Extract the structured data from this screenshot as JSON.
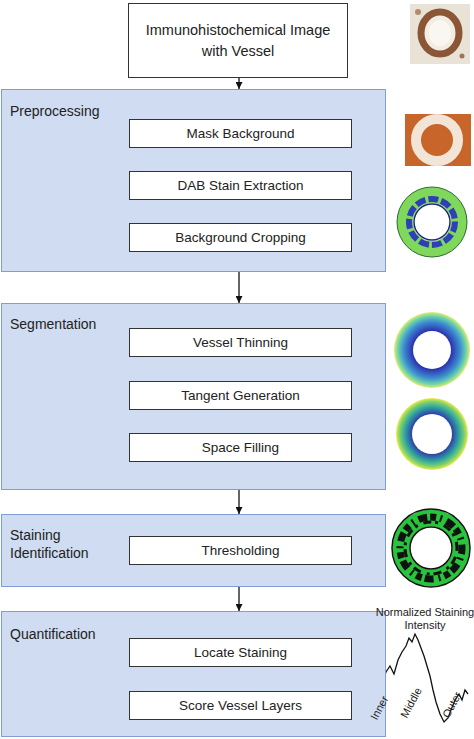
{
  "diagram": {
    "nodes": [
      {
        "text": [
          "Immunohistochemical Image with Vessel"
        ]
      },
      {
        "text": [
          "Preprocessing"
        ]
      },
      {
        "text": [
          "Mask Background"
        ],
        "in": 1
      },
      {
        "text": [
          "DAB Stain Extraction"
        ],
        "in": 1
      },
      {
        "text": [
          "Background Cropping"
        ],
        "in": 1
      },
      {
        "text": [
          "Segmentation"
        ]
      },
      {
        "text": [
          "Vessel Thinning"
        ],
        "in": 5
      },
      {
        "text": [
          "Tangent Generation"
        ],
        "in": 5
      },
      {
        "text": [
          "Space Filling"
        ],
        "in": 5
      },
      {
        "text": [
          "Staining Identification"
        ]
      },
      {
        "text": [
          "Thresholding"
        ],
        "in": 9
      },
      {
        "text": [
          "Quantification"
        ]
      },
      {
        "text": [
          "Locate Staining"
        ],
        "in": 11
      },
      {
        "text": [
          "Score Vessel Layers"
        ],
        "in": 11
      }
    ],
    "edges": [
      {
        "from": 0,
        "to": 1,
        "arrow": "to"
      },
      {
        "from": 2,
        "to": 3,
        "arrow": "to"
      },
      {
        "from": 3,
        "to": 4,
        "arrow": "to"
      },
      {
        "from": 1,
        "to": 5,
        "arrow": "to"
      },
      {
        "from": 6,
        "to": 7,
        "arrow": "to"
      },
      {
        "from": 7,
        "to": 8,
        "arrow": "to"
      },
      {
        "from": 5,
        "to": 9,
        "arrow": "to"
      },
      {
        "from": 9,
        "to": 11,
        "arrow": "to"
      },
      {
        "from": 12,
        "to": 13,
        "arrow": "to"
      }
    ],
    "labels": [
      "Normalized Staining Intensity",
      "Inner",
      "Middle",
      "Outer"
    ]
  }
}
